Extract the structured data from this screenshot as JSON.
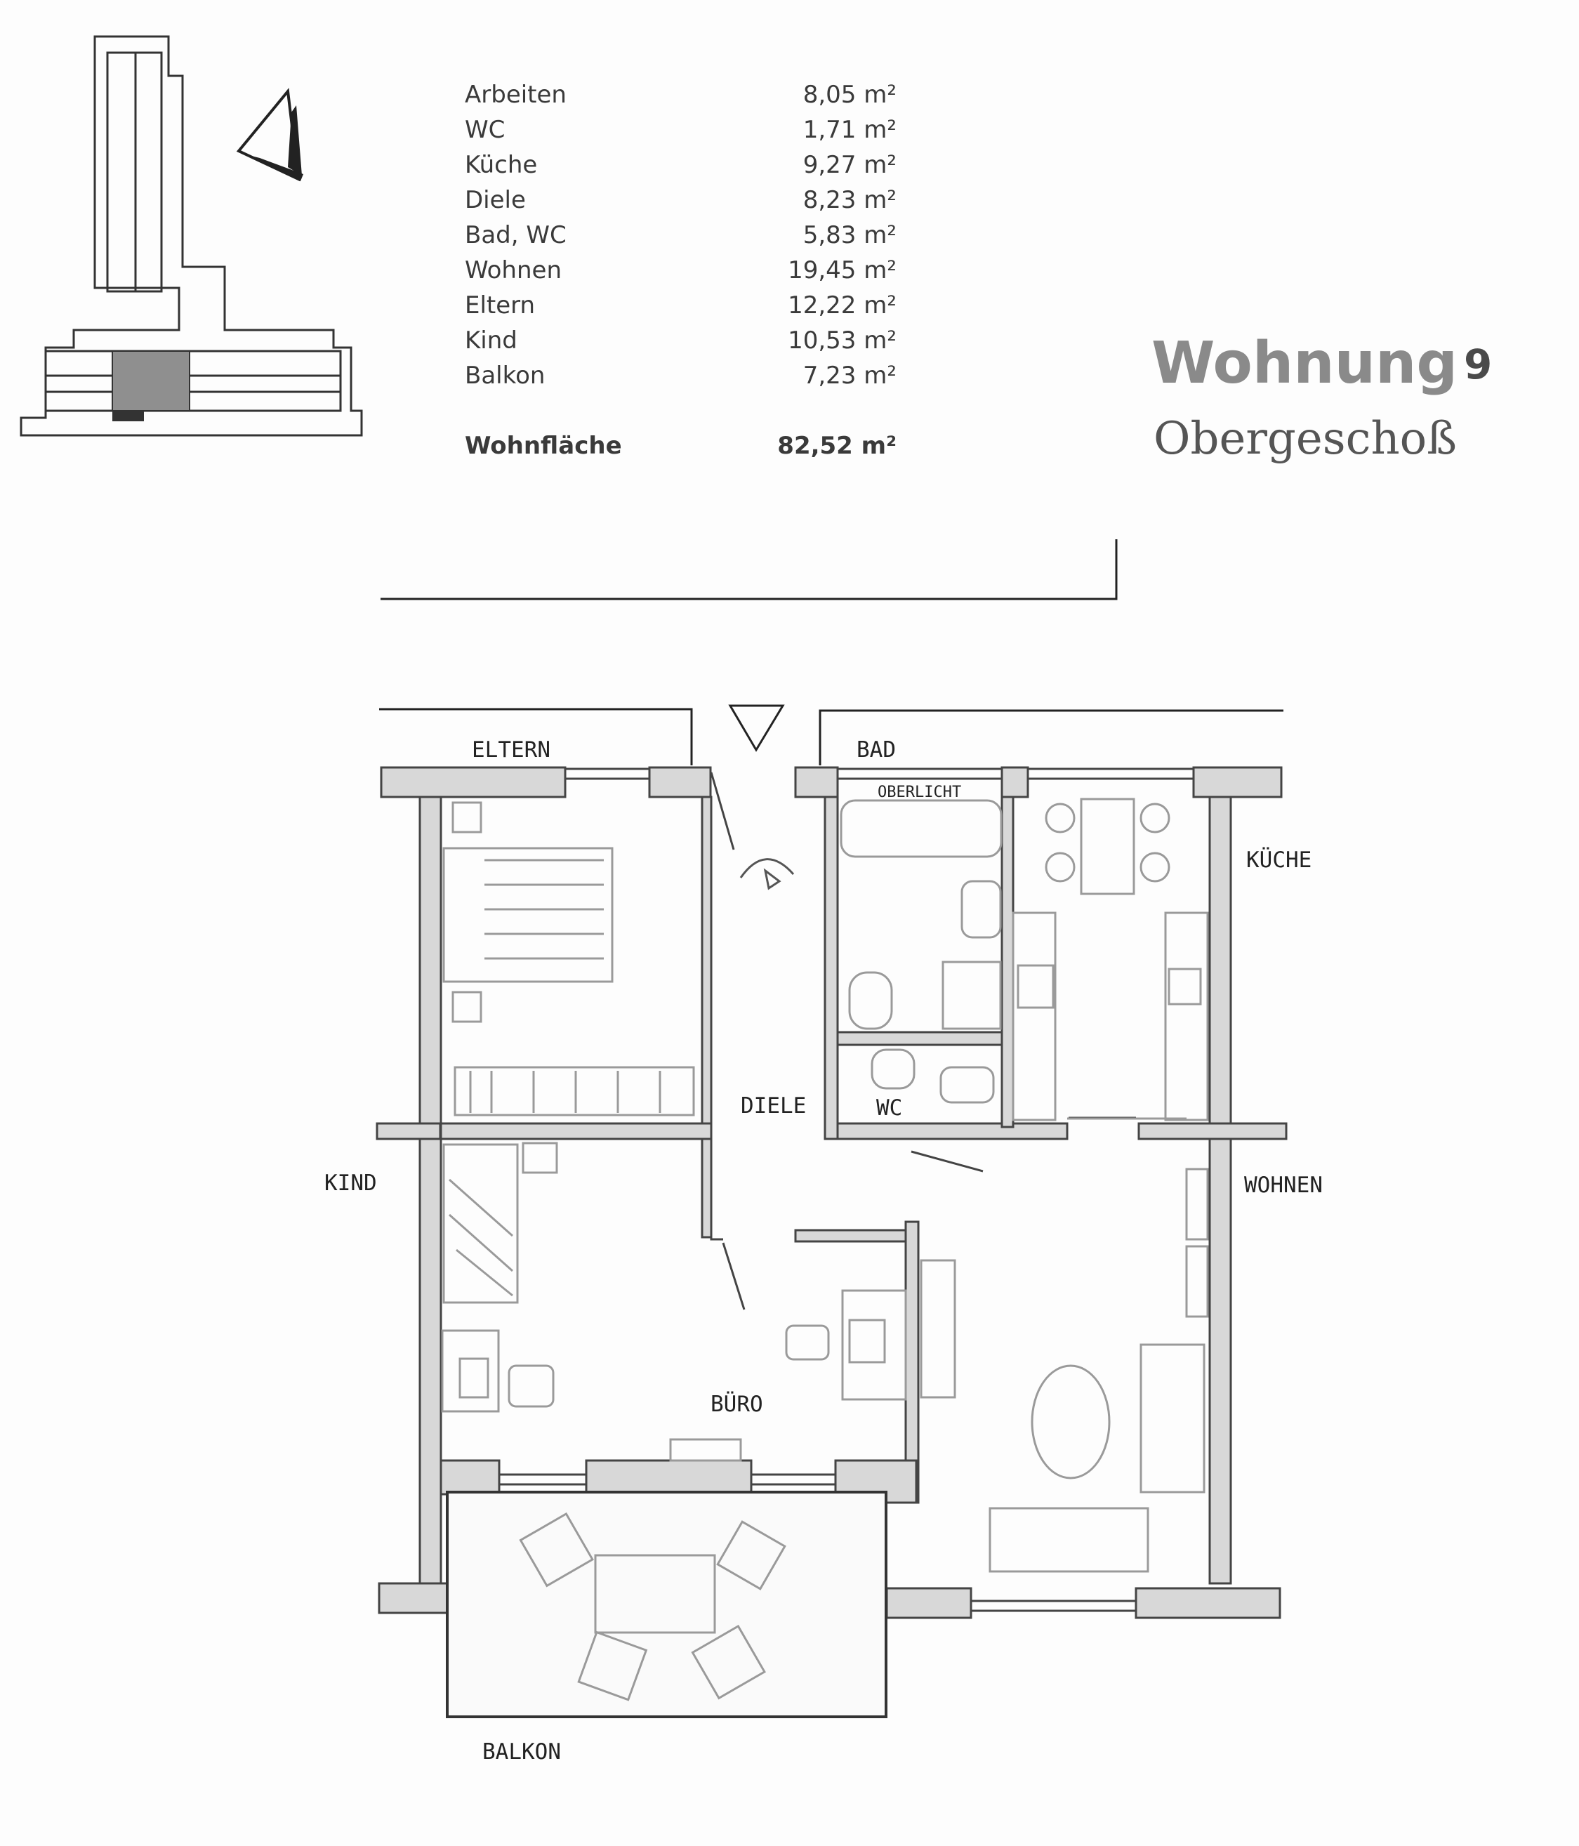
{
  "header": {
    "title": "Wohnung",
    "number": "9",
    "floor": "Obergeschoß"
  },
  "areas": [
    {
      "room": "Arbeiten",
      "value": "8,05 m²"
    },
    {
      "room": "WC",
      "value": "1,71 m²"
    },
    {
      "room": "Küche",
      "value": "9,27 m²"
    },
    {
      "room": "Diele",
      "value": "8,23 m²"
    },
    {
      "room": "Bad, WC",
      "value": "5,83 m²"
    },
    {
      "room": "Wohnen",
      "value": "19,45 m²"
    },
    {
      "room": "Eltern",
      "value": "12,22 m²"
    },
    {
      "room": "Kind",
      "value": "10,53 m²"
    },
    {
      "room": "Balkon",
      "value": "7,23 m²"
    }
  ],
  "total": {
    "label": "Wohnfläche",
    "value": "82,52 m²"
  },
  "plan_labels": {
    "eltern": "ELTERN",
    "bad": "BAD",
    "oberlicht": "OBERLICHT",
    "kueche": "KÜCHE",
    "diele": "DIELE",
    "wc": "WC",
    "kind": "KIND",
    "wohnen": "WOHNEN",
    "buero": "BÜRO",
    "balkon": "BALKON"
  },
  "colors": {
    "wall": "#d8d8d8",
    "wall_outline": "#444444",
    "furniture": "#9a9a9a",
    "highlight_unit": "#8f8f8f"
  }
}
